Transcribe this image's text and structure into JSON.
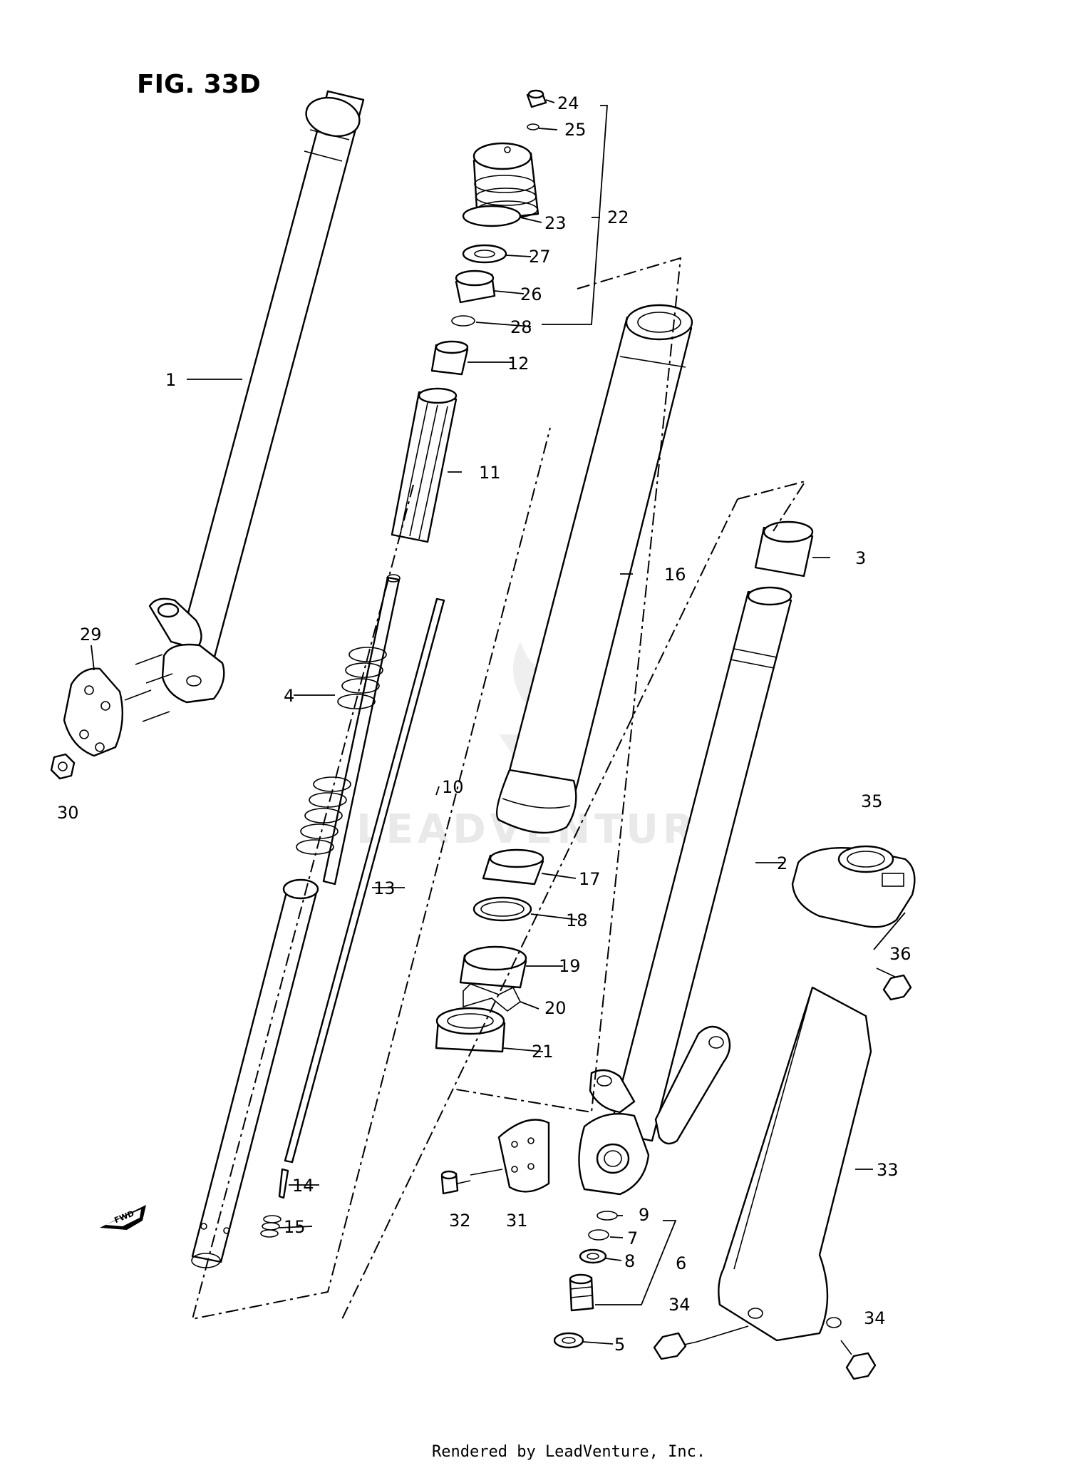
{
  "figure": {
    "title": "FIG. 33D"
  },
  "footer": {
    "text": "Rendered by LeadVenture, Inc."
  },
  "watermark": {
    "text": "LEADVENTURE"
  },
  "fwd_arrow": {
    "label": "FWD"
  },
  "callouts": {
    "c1": "1",
    "c2": "2",
    "c3": "3",
    "c4": "4",
    "c5": "5",
    "c6": "6",
    "c7": "7",
    "c8": "8",
    "c9": "9",
    "c10": "10",
    "c11": "11",
    "c12": "12",
    "c13": "13",
    "c14": "14",
    "c15": "15",
    "c16": "16",
    "c17": "17",
    "c18": "18",
    "c19": "19",
    "c20": "20",
    "c21": "21",
    "c22": "22",
    "c23": "23",
    "c24": "24",
    "c25": "25",
    "c26": "26",
    "c27": "27",
    "c28": "28",
    "c29": "29",
    "c30": "30",
    "c31": "31",
    "c32": "32",
    "c33": "33",
    "c34a": "34",
    "c34b": "34",
    "c35": "35",
    "c36": "36"
  }
}
